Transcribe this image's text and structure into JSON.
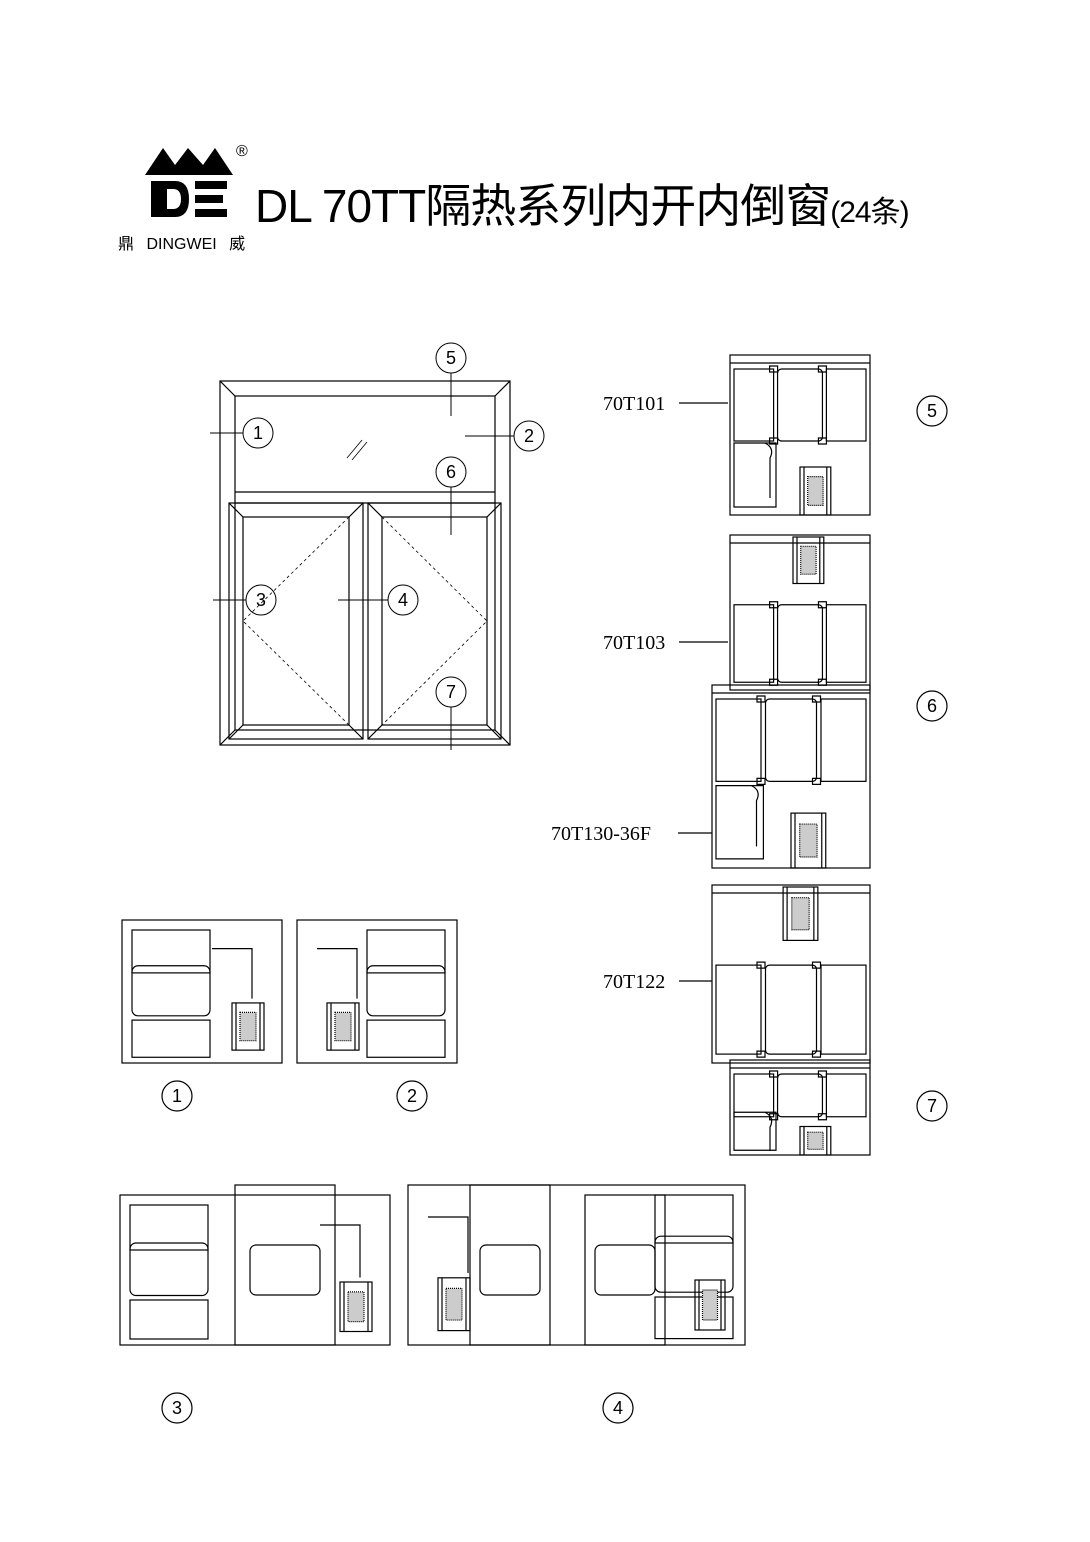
{
  "header": {
    "title": "DL 70TT隔热系列内开内倒窗",
    "title_suffix": "(24条)",
    "registered_mark": "®",
    "brand_left": "鼎",
    "brand_name": "DINGWEI",
    "brand_right": "威",
    "logo_letters": "DE"
  },
  "elevation": {
    "callouts": [
      "1",
      "2",
      "3",
      "4",
      "5",
      "6",
      "7"
    ],
    "glass_mark": "//"
  },
  "sections_right": [
    {
      "code": "70T101",
      "callout": "5"
    },
    {
      "code": "70T103",
      "callout": "6"
    },
    {
      "code": "70T130-36F",
      "callout": ""
    },
    {
      "code": "70T122",
      "callout": "7"
    }
  ],
  "sections_bottom": [
    {
      "callout": "1"
    },
    {
      "callout": "2"
    },
    {
      "callout": "3"
    },
    {
      "callout": "4"
    }
  ]
}
